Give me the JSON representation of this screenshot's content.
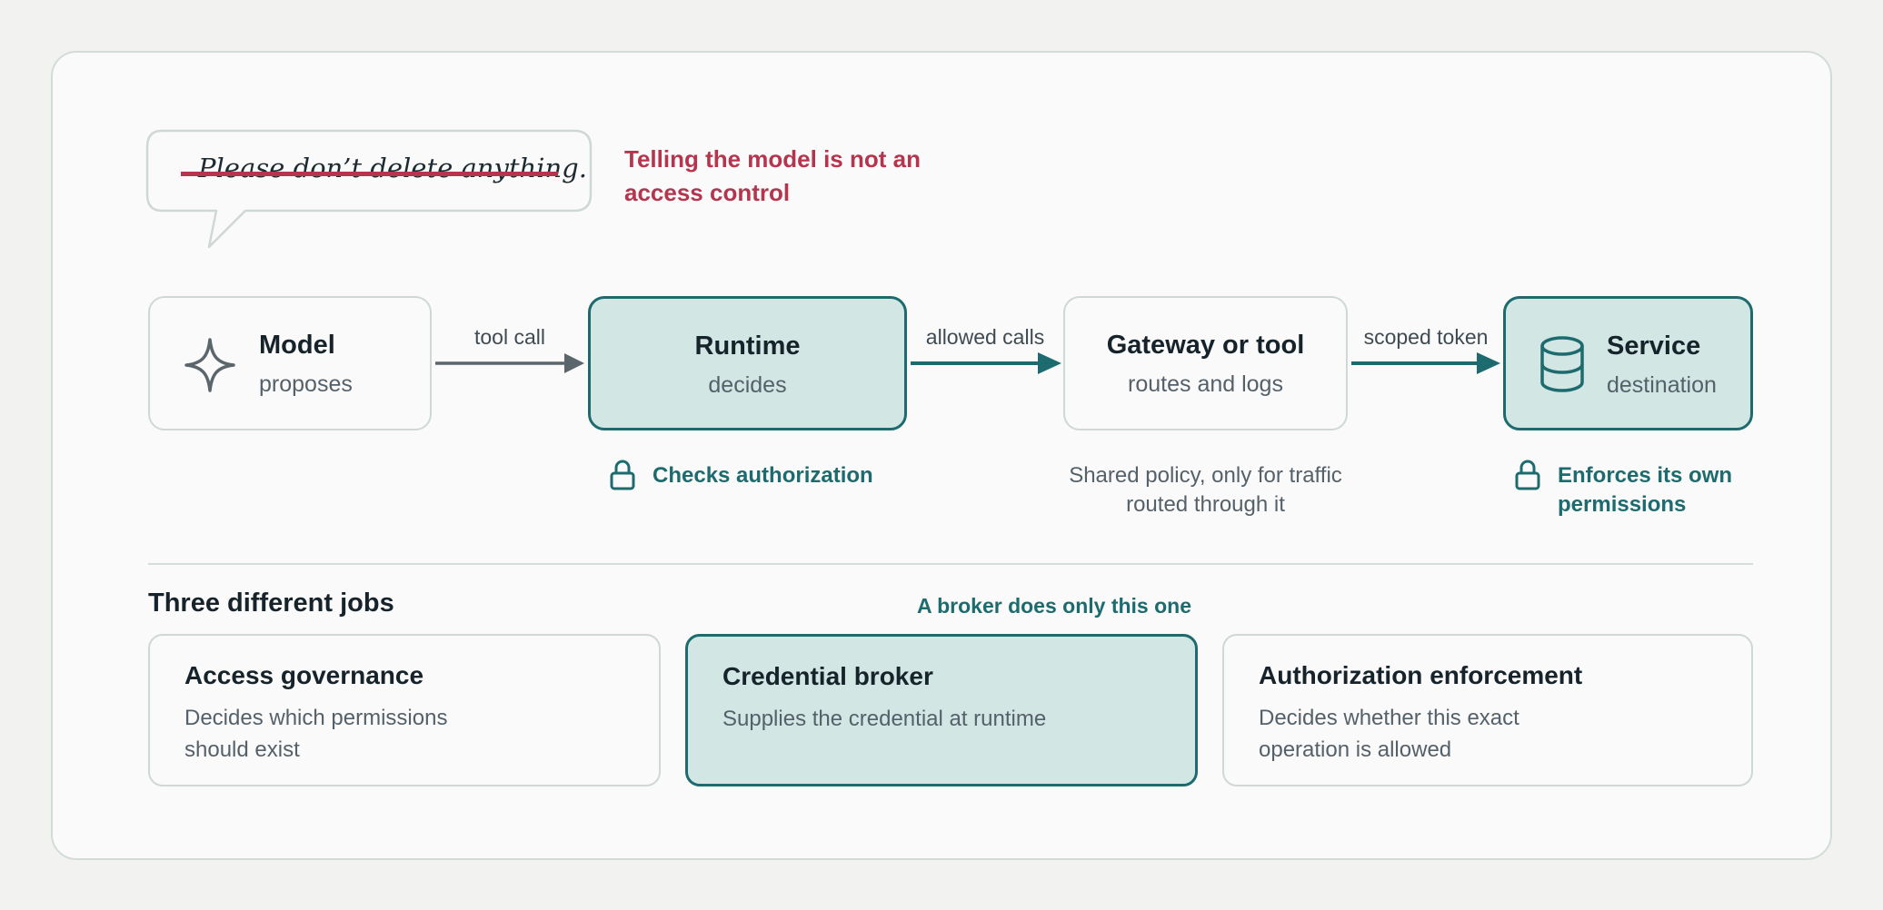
{
  "bubble": {
    "text": "Please don’t delete anything.",
    "warning": "Telling the model is not an access control"
  },
  "flow": {
    "nodes": [
      {
        "title": "Model",
        "subtitle": "proposes",
        "icon": "sparkle-icon",
        "highlighted": false
      },
      {
        "title": "Runtime",
        "subtitle": "decides",
        "highlighted": true
      },
      {
        "title": "Gateway or tool",
        "subtitle": "routes and logs",
        "highlighted": false
      },
      {
        "title": "Service",
        "subtitle": "destination",
        "icon": "database-icon",
        "highlighted": true
      }
    ],
    "edges": [
      "tool call",
      "allowed calls",
      "scoped token"
    ],
    "notes": {
      "runtime": "Checks authorization",
      "gateway": "Shared policy, only for traffic routed through it",
      "service": "Enforces its own permissions"
    }
  },
  "jobs": {
    "title": "Three different jobs",
    "broker_note": "A broker does only this one",
    "items": [
      {
        "title": "Access governance",
        "description": "Decides which permissions should exist",
        "highlighted": false
      },
      {
        "title": "Credential broker",
        "description": "Supplies the credential at runtime",
        "highlighted": true
      },
      {
        "title": "Authorization enforcement",
        "description": "Decides whether this exact operation is allowed",
        "highlighted": false
      }
    ]
  },
  "colors": {
    "accent": "#1d6b6e",
    "accent_fill": "#d2e6e4",
    "warning": "#b5354f",
    "border": "#cfd8d6",
    "text": "#16232b",
    "muted": "#55616a"
  }
}
